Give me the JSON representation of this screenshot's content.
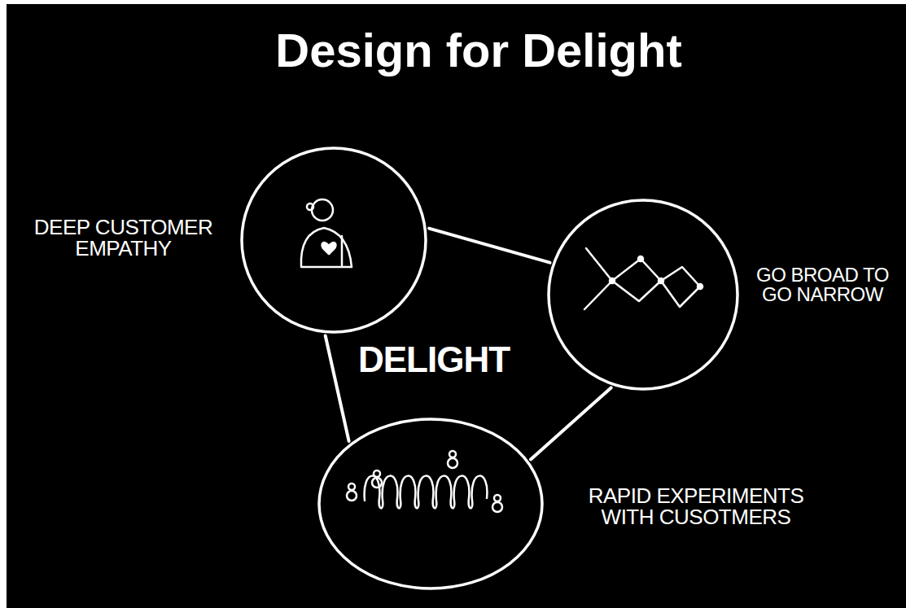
{
  "diagram": {
    "title": "Design for Delight",
    "nodes": [
      {
        "text": [
          "DEEP CUSTOMER EMPATHY"
        ]
      },
      {
        "text": [
          "GO BROAD TO GO NARROW"
        ]
      },
      {
        "text": [
          "RAPID EXPERIMENTS WITH CUSOTMERS"
        ]
      }
    ],
    "edges": [
      {
        "from": 0,
        "to": 1,
        "arrow": "none"
      },
      {
        "from": 0,
        "to": 2,
        "arrow": "none"
      },
      {
        "from": 1,
        "to": 2,
        "arrow": "none"
      }
    ],
    "labels": [
      "DELIGHT"
    ]
  }
}
